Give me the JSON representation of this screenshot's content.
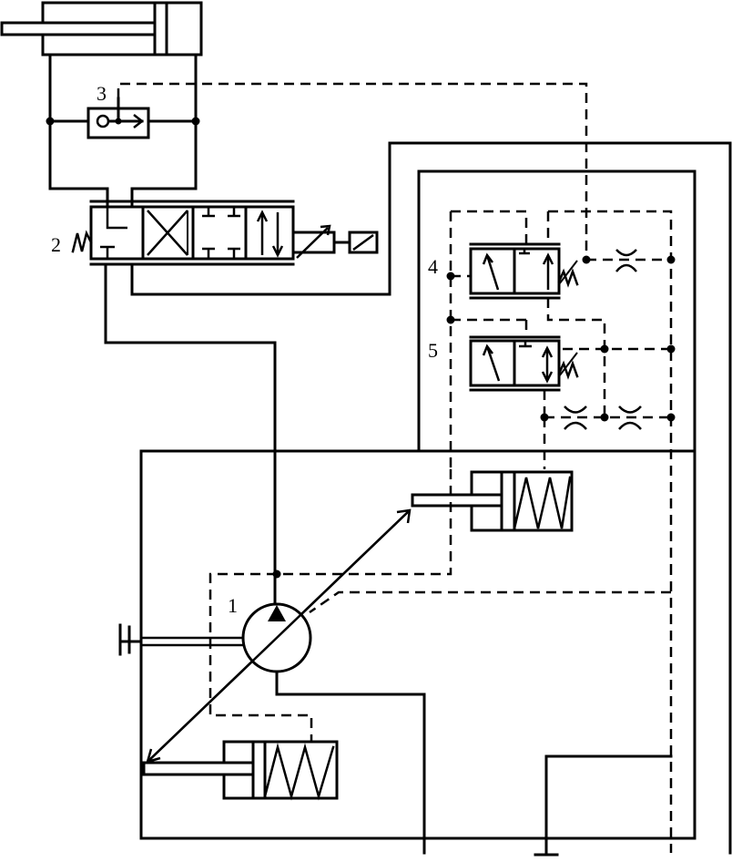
{
  "diagram": {
    "labels": [
      {
        "id": "pump",
        "text": "1"
      },
      {
        "id": "directional-valve",
        "text": "2"
      },
      {
        "id": "shuttle-valve",
        "text": "3"
      },
      {
        "id": "valve-4",
        "text": "4"
      },
      {
        "id": "valve-5",
        "text": "5"
      }
    ]
  }
}
